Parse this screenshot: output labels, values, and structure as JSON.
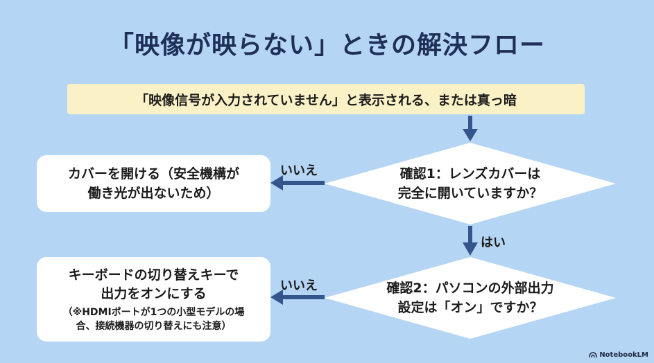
{
  "title": "「映像が映らない」ときの解決フロー",
  "start": {
    "text": "「映像信号が入力されていません」と表示される、または真っ暗"
  },
  "decision1": {
    "line1": "確認1：レンズカバーは",
    "line2": "完全に開いていますか？"
  },
  "decision2": {
    "line1": "確認2：パソコンの外部出力",
    "line2": "設定は「オン」ですか？"
  },
  "action1": {
    "line1": "カバーを開ける（安全機構が",
    "line2": "働き光が出ないため）"
  },
  "action2": {
    "line1": "キーボードの切り替えキーで",
    "line2": "出力をオンにする",
    "note1": "（※HDMIポートが1つの小型モデルの場",
    "note2": "合、接続機器の切り替えにも注意）"
  },
  "labels": {
    "no1": "いいえ",
    "no2": "いいえ",
    "yes": "はい"
  },
  "logo": {
    "text": "NotebookLM",
    "icon": "notebooklm-logo-icon"
  },
  "colors": {
    "background": "#b4d5f3",
    "title": "#1f2f57",
    "banner": "#fbf1c7",
    "box": "#ffffff",
    "arrow": "#34558b"
  }
}
